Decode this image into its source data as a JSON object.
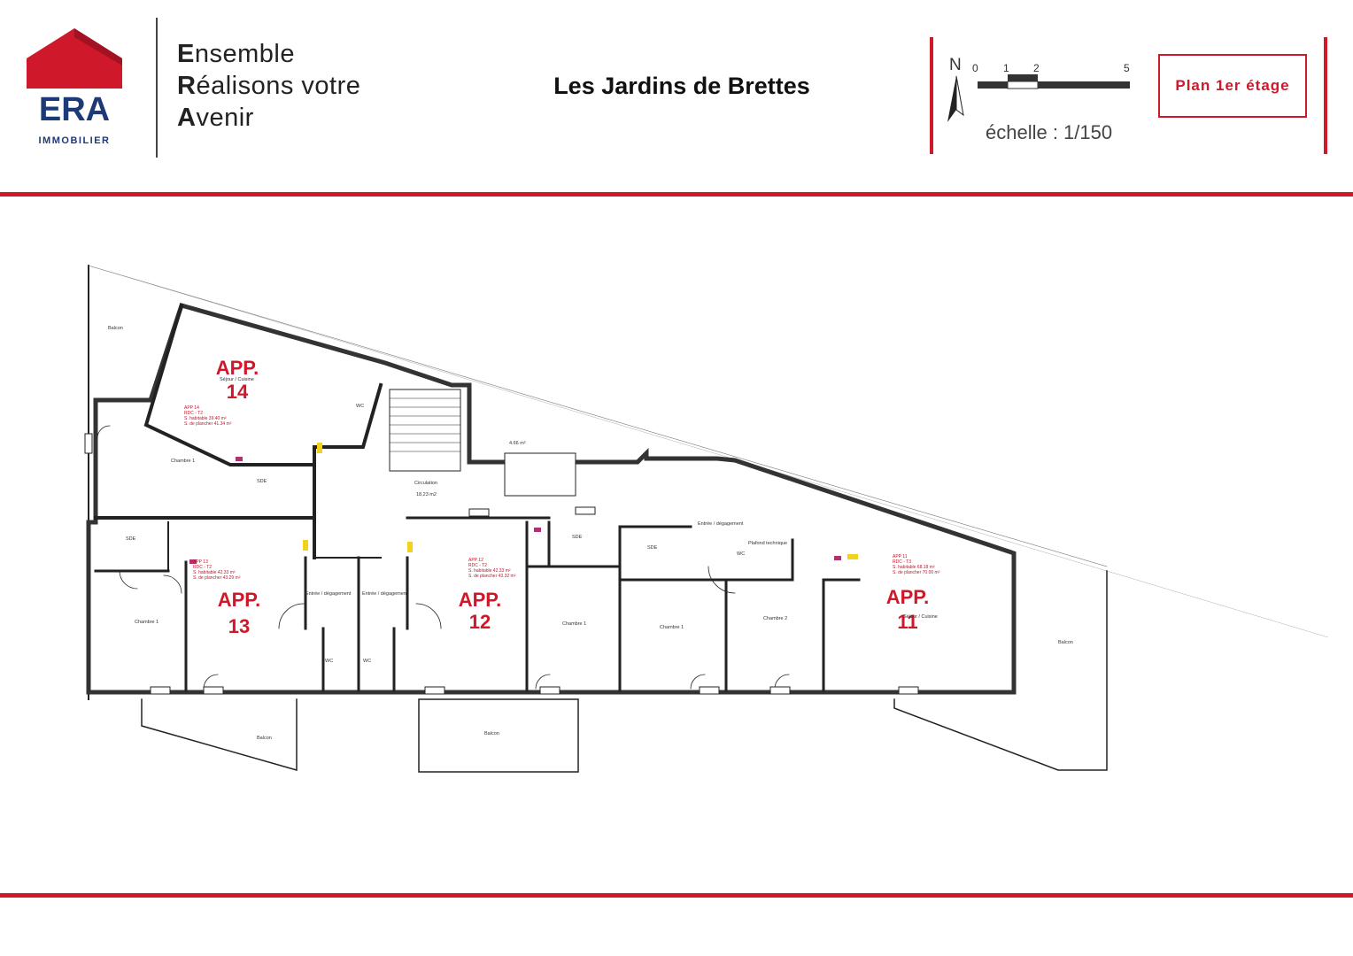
{
  "brand": {
    "logo_text": "ERA",
    "logo_sub": "IMMOBILIER",
    "colors": {
      "red": "#d0182b",
      "navy": "#1d3a78"
    }
  },
  "tagline": {
    "line1_initial": "E",
    "line1_rest": "nsemble",
    "line2_initial": "R",
    "line2_rest": "éalisons votre",
    "line3_initial": "A",
    "line3_rest": "venir"
  },
  "project_title": "Les Jardins de Brettes",
  "scale": {
    "north": "N",
    "ticks": [
      "0",
      "1",
      "2",
      "5"
    ],
    "label": "échelle : 1/150"
  },
  "plan_label": "Plan 1er étage",
  "plan": {
    "apartments": [
      {
        "line1": "APP.",
        "line2": "14"
      },
      {
        "line1": "APP.",
        "line2": "13"
      },
      {
        "line1": "APP.",
        "line2": "12"
      },
      {
        "line1": "APP.",
        "line2": "11"
      }
    ],
    "rooms": {
      "sejour14": "Séjour / Cuisine",
      "chambre14": "Chambre 1",
      "sde14": "SDE",
      "wc14": "WC",
      "circulation": "Circulation",
      "circ_area": "18,23 m2",
      "sde13": "SDE",
      "chambre13": "Chambre 1",
      "entree13": "Entrée / dégagement",
      "entree12": "Entrée / dégagement",
      "wc13": "WC",
      "wc12": "WC",
      "chambre12": "Chambre 1",
      "sde12": "SDE",
      "sde11": "SDE",
      "entree11": "Entrée / dégagement",
      "plafond": "Plafond technique",
      "wc11": "WC",
      "chambre1_11": "Chambre 1",
      "chambre2_11": "Chambre 2",
      "sejour11": "Séjour / Cuisine",
      "balcon14": "Balcon",
      "balcon13": "Balcon",
      "balcon12": "Balcon",
      "balcon11": "Balcon",
      "area_small": "4.66 m²"
    },
    "info": {
      "app14": [
        "APP 14",
        "RDC - T2",
        "S. habitable 39.40 m²",
        "S. de plancher 41.34 m²"
      ],
      "app13": [
        "APP 13",
        "RDC - T2",
        "S. habitable 42.33 m²",
        "S. de plancher 43.29 m²"
      ],
      "app12": [
        "APP 12",
        "RDC - T2",
        "S. habitable 42.33 m²",
        "S. de plancher 43.32 m²"
      ],
      "app11": [
        "APP 11",
        "RDC - T3",
        "S. habitable 68.18 m²",
        "S. de plancher 70.00 m²"
      ]
    }
  }
}
